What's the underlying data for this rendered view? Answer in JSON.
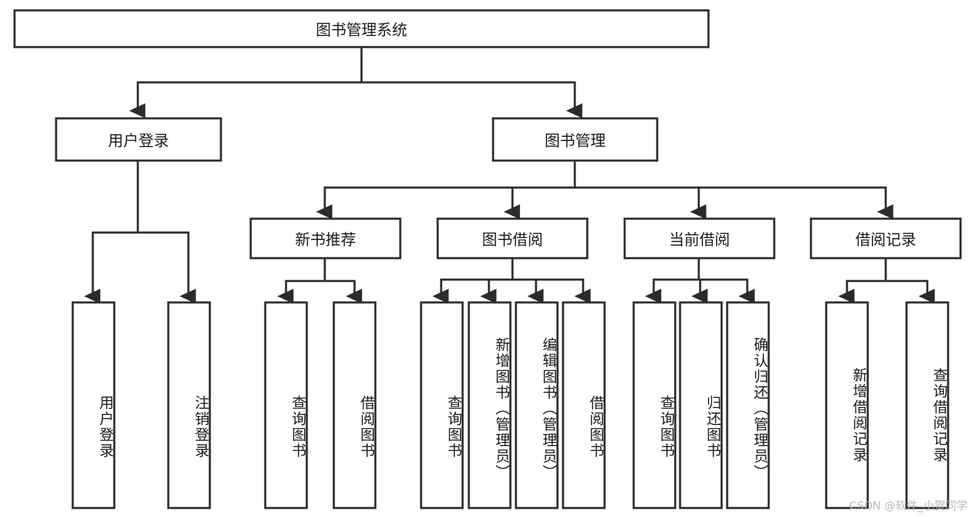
{
  "diagram": {
    "type": "tree",
    "title": "图书管理系统",
    "orientation": "top-down",
    "colors": {
      "box_stroke": "#2b2b2b",
      "box_fill": "#ffffff",
      "connector": "#2b2b2b",
      "text": "#1b1b1b",
      "watermark": "#b9b9b9",
      "background": "#ffffff"
    },
    "root": {
      "label": "图书管理系统"
    },
    "level2": [
      {
        "label": "用户登录"
      },
      {
        "label": "图书管理"
      }
    ],
    "level3": [
      {
        "label": "新书推荐"
      },
      {
        "label": "图书借阅"
      },
      {
        "label": "当前借阅"
      },
      {
        "label": "借阅记录"
      }
    ],
    "leaves": {
      "user_login": [
        {
          "label": "用户登录"
        },
        {
          "label": "注销登录"
        }
      ],
      "new_book": [
        {
          "label": "查询图书"
        },
        {
          "label": "借阅图书"
        }
      ],
      "book_borrow": [
        {
          "label": "查询图书"
        },
        {
          "label": "新增图书（管理员）"
        },
        {
          "label": "编辑图书（管理员）"
        },
        {
          "label": "借阅图书"
        }
      ],
      "current_borrow": [
        {
          "label": "查询图书"
        },
        {
          "label": "归还图书"
        },
        {
          "label": "确认归还（管理员）"
        }
      ],
      "borrow_record": [
        {
          "label": "新增借阅记录"
        },
        {
          "label": "查询借阅记录"
        }
      ]
    }
  },
  "watermark": {
    "text": "CSDN @软件_小贺同学"
  }
}
